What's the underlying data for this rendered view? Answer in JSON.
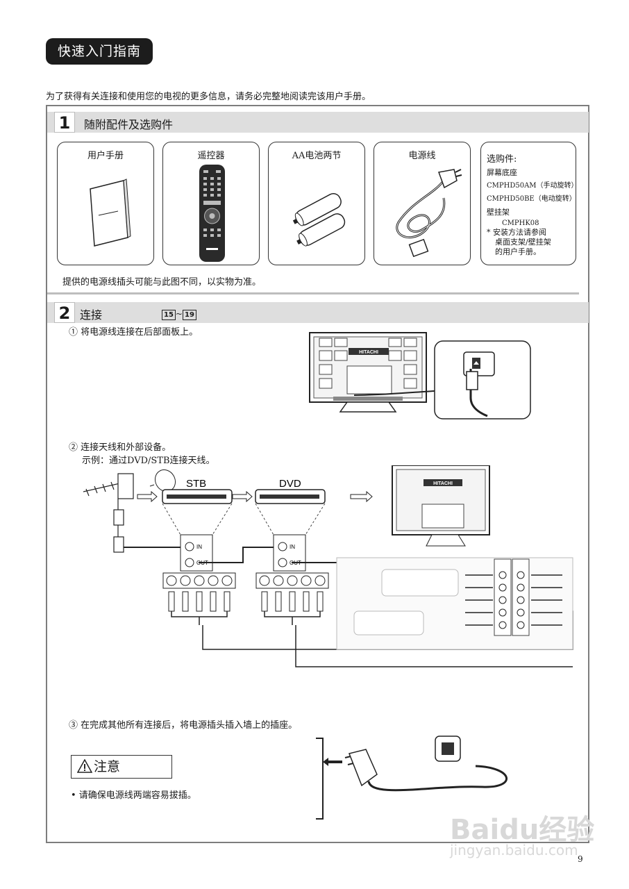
{
  "header": {
    "title": "快速入门指南",
    "intro": "为了获得有关连接和使用您的电视的更多信息，请务必完整地阅读完该用户手册。"
  },
  "section1": {
    "number": "1",
    "title": "随附配件及选购件",
    "items": [
      {
        "label": "用户手册",
        "icon": "manual-icon"
      },
      {
        "label": "遥控器",
        "icon": "remote-icon"
      },
      {
        "label": "AA电池两节",
        "icon": "battery-icon"
      },
      {
        "label": "电源线",
        "icon": "power-cord-icon"
      }
    ],
    "optional": {
      "heading": "选购件:",
      "lines": [
        "屏幕底座",
        "CMPHD50AM（手动旋转）",
        "CMPHD50BE（电动旋转）",
        "壁挂架",
        "CMPHK08",
        "* 安装方法请参阅",
        "桌面支架/壁挂架",
        "的用户手册。"
      ]
    },
    "note": "提供的电源线插头可能与此图不同，以实物为准。"
  },
  "section2": {
    "number": "2",
    "title": "连接",
    "page_ref_start": "15",
    "page_ref_sep": "~",
    "page_ref_end": "19",
    "step1": "① 将电源线连接在后部面板上。",
    "step2_line1": "② 连接天线和外部设备。",
    "step2_line2": "示例：通过DVD/STB连接天线。",
    "stb_label": "STB",
    "dvd_label": "DVD",
    "in_label": "IN",
    "out_label": "OUT",
    "brand": "HITACHI",
    "step3": "③ 在完成其他所有连接后，将电源插头插入墙上的插座。",
    "caution_title": "注意",
    "caution_text": "• 请确保电源线两端容易拔插。"
  },
  "watermark": {
    "line1": "Baidu经验",
    "line2": "jingyan.baidu.com"
  },
  "page_number": "9"
}
